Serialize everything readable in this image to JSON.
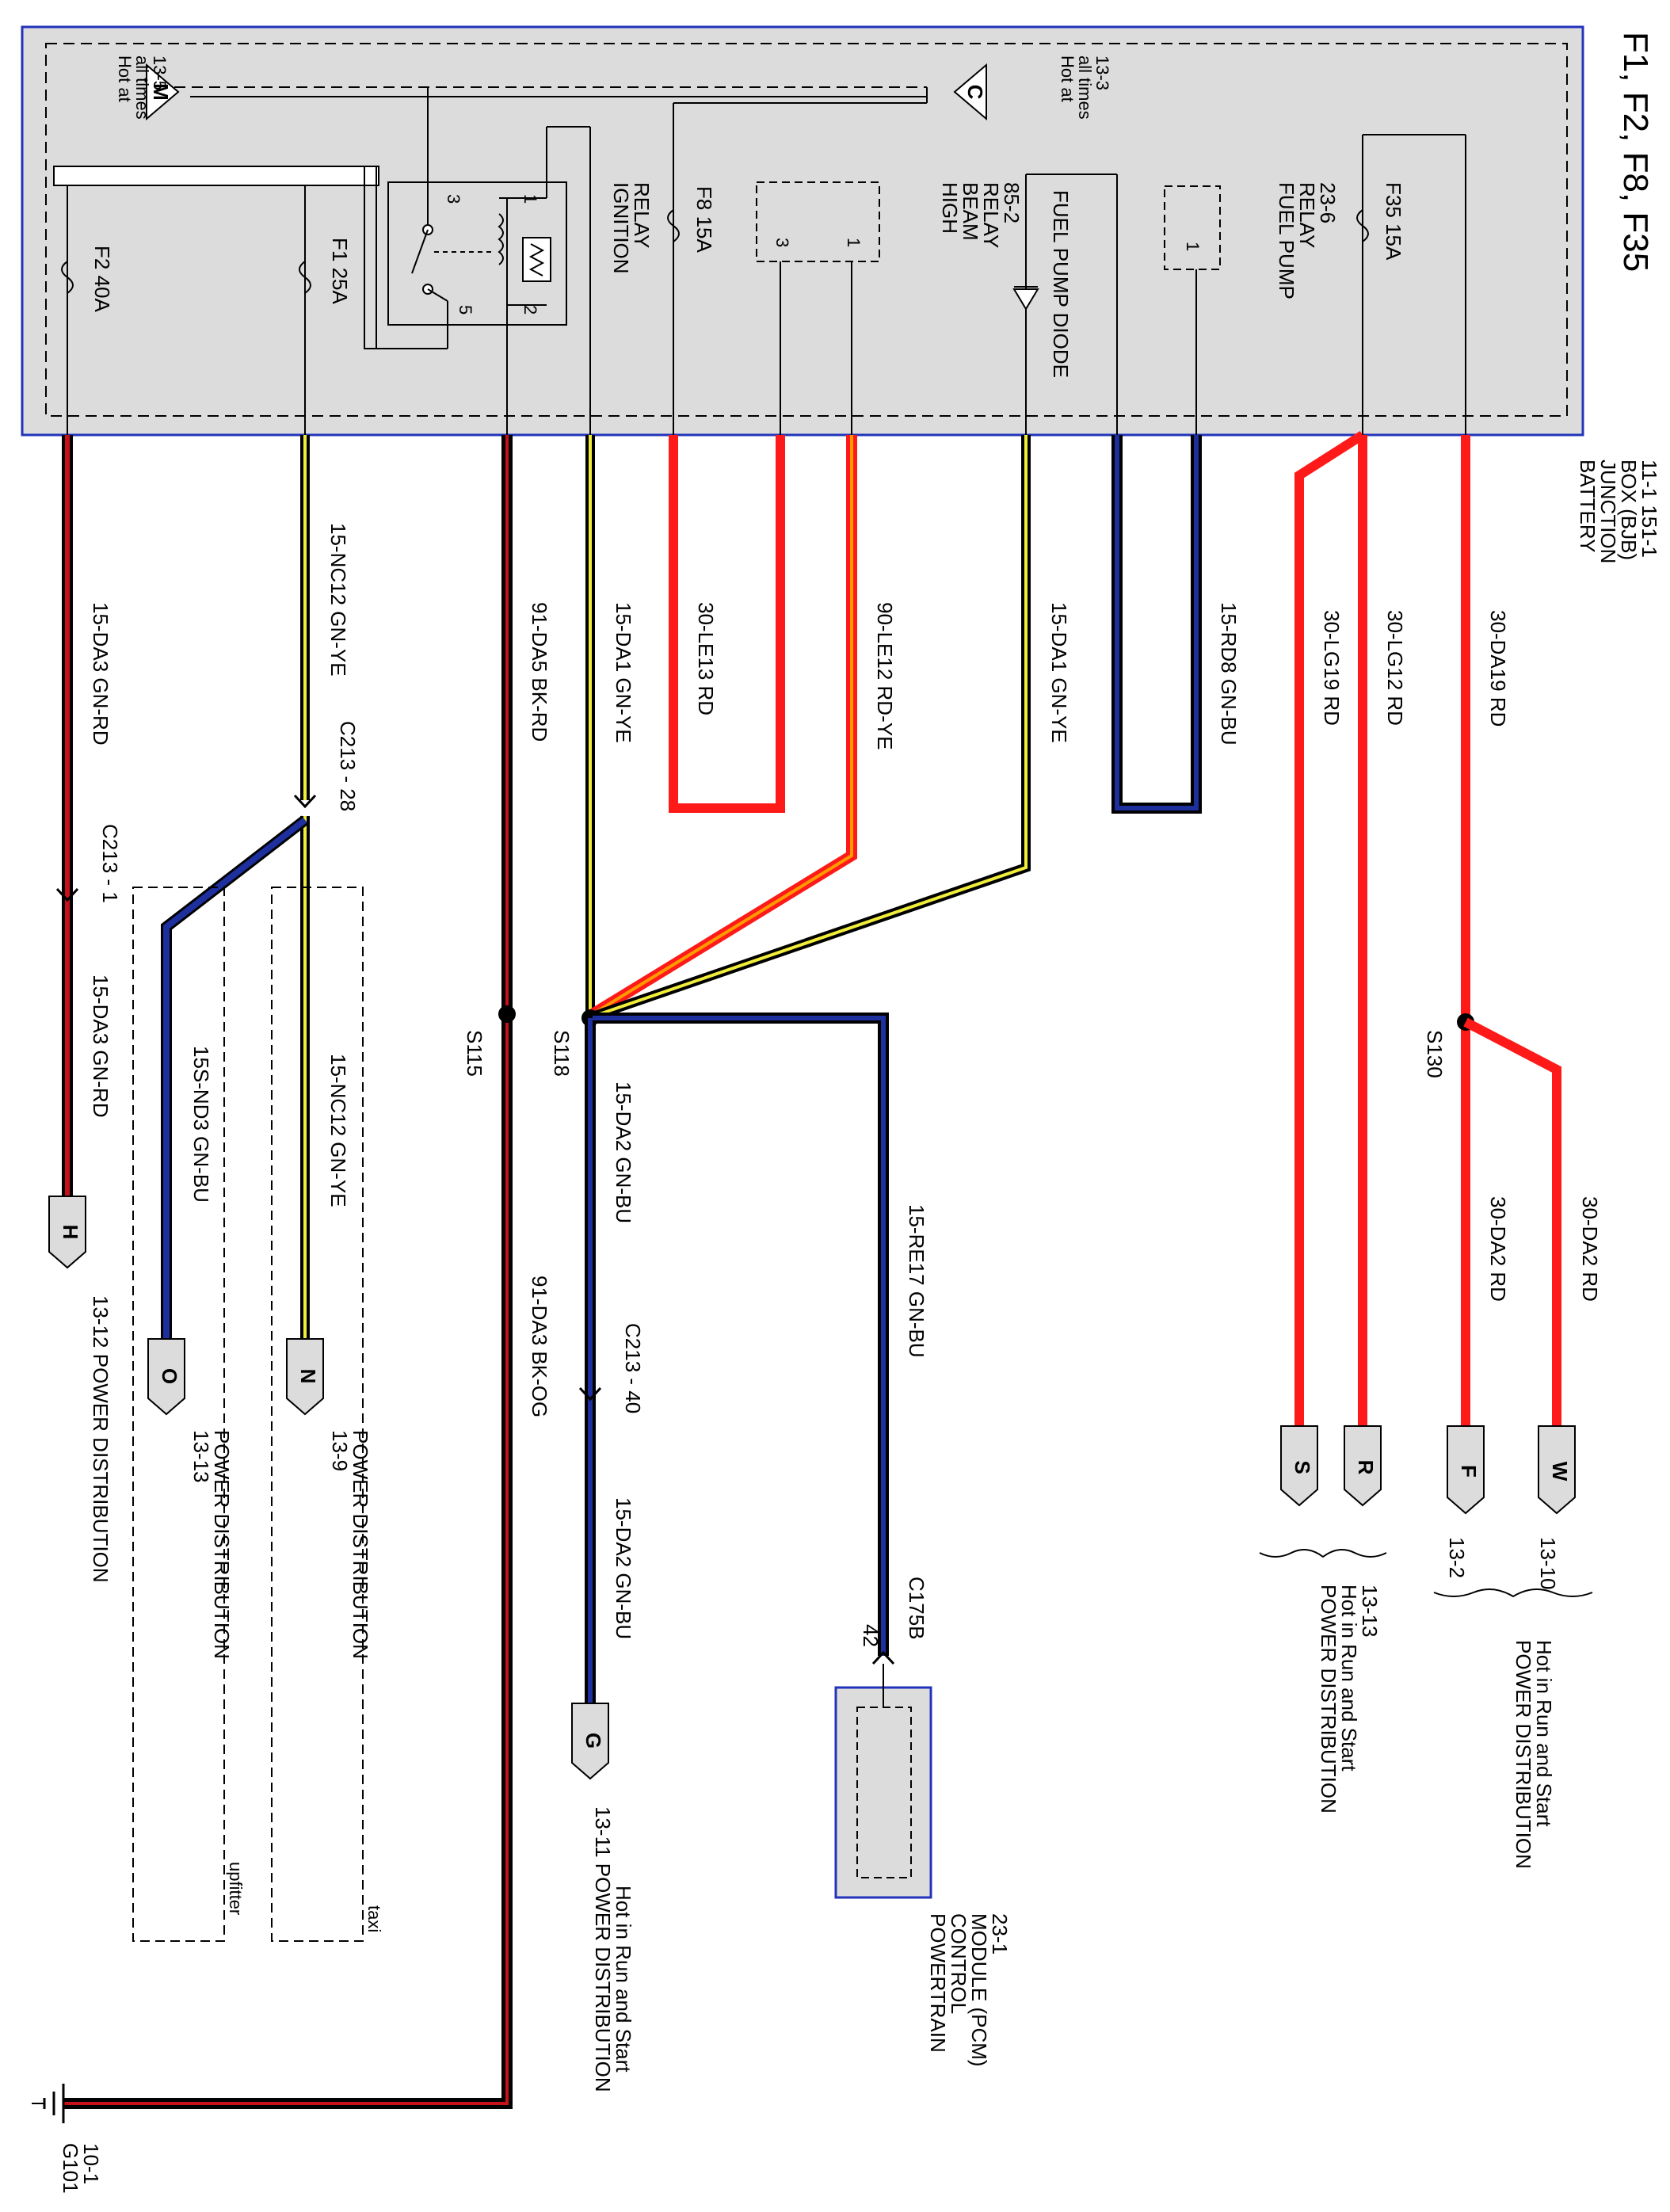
{
  "title": "F1, F2, F8, F35",
  "bjb": {
    "name_lines": [
      "BATTERY",
      "JUNCTION",
      "BOX (BJB)",
      "11-1   151-1"
    ]
  },
  "top_refs": {
    "m_hot": [
      "Hot at",
      "all times",
      "13-5"
    ],
    "c_hot": [
      "Hot at",
      "all times",
      "13-3"
    ],
    "m_letter": "M",
    "c_letter": "C"
  },
  "components": {
    "f2": "F2   40A",
    "f1": "F1   25A",
    "f8": "F8   15A",
    "f35": "F35   15A",
    "ignition_relay": [
      "IGNITION",
      "RELAY"
    ],
    "relay_pins": [
      "1",
      "2",
      "3",
      "5"
    ],
    "high_beam_relay": [
      "HIGH",
      "BEAM",
      "RELAY",
      "85-2"
    ],
    "high_beam_pins": [
      "3",
      "1"
    ],
    "fuel_pump_diode": "FUEL PUMP DIODE",
    "fuel_pump_relay": [
      "FUEL PUMP",
      "RELAY",
      "23-6"
    ],
    "fuel_pump_pin": "1"
  },
  "wires": {
    "w15da3": "15-DA3   GN-RD",
    "w15nc12": "15-NC12   GN-YE",
    "w91da5": "91-DA5   BK-RD",
    "w15da1a": "15-DA1   GN-YE",
    "w30le13": "30-LE13   RD",
    "w90le12": "90-LE12   RD-YE",
    "w15da1b": "15-DA1   GN-YE",
    "w15rd8": "15-RD8   GN-BU",
    "w30lg19": "30-LG19   RD",
    "w30lg12": "30-LG12   RD",
    "w30da19": "30-DA19   RD",
    "w15da3b": "15-DA3   GN-RD",
    "w15snd3": "15S-ND3   GN-BU",
    "w15nc12b": "15-NC12   GN-YE",
    "w15da2a": "15-DA2   GN-BU",
    "w15re17": "15-RE17   GN-BU",
    "w30da2a": "30-DA2   RD",
    "w30da2b": "30-DA2   RD",
    "w91da3": "91-DA3   BK-OG",
    "w15da2b": "15-DA2   GN-BU"
  },
  "connectors": {
    "c213_1": "C213  -  1",
    "c213_28": "C213  -  28",
    "c213_40": "C213  -  40",
    "c175b": "C175B",
    "c175b_pin": "42"
  },
  "splices": {
    "s115": "S115",
    "s118": "S118",
    "s130": "S130"
  },
  "endpoints": {
    "h": {
      "letter": "H",
      "ref": "13-12   POWER DISTRIBUTION"
    },
    "o": {
      "letter": "O",
      "ref": [
        "13-13",
        "POWER DISTRIBUTION"
      ]
    },
    "n": {
      "letter": "N",
      "ref": [
        "13-9",
        "POWER DISTRIBUTION"
      ]
    },
    "g": {
      "letter": "G",
      "ref": "13-11   POWER DISTRIBUTION",
      "note": "Hot in Run and Start"
    },
    "s": {
      "letter": "S"
    },
    "r": {
      "letter": "R"
    },
    "f": {
      "letter": "F"
    },
    "w": {
      "letter": "W"
    },
    "sr_group": [
      "13-13",
      "Hot in Run and Start",
      "POWER DISTRIBUTION"
    ],
    "f_ref": "13-2",
    "w_ref": "13-10",
    "fw_group": [
      "Hot in Run and Start",
      "POWER DISTRIBUTION"
    ]
  },
  "options": {
    "taxi": "taxi",
    "upfitter": "upfitter"
  },
  "pcm": [
    "POWERTRAIN",
    "CONTROL",
    "MODULE (PCM)",
    "23-1"
  ],
  "ground": [
    "G101",
    "10-1"
  ],
  "colors": {
    "red": "#ff1a1a",
    "green": "#1f6b1f",
    "yellow": "#f0ee3a",
    "blue": "#1e2f9e",
    "black": "#000000",
    "orange": "#ff7a00",
    "box_fill": "#dcdcdc",
    "box_border": "#2233bb"
  }
}
